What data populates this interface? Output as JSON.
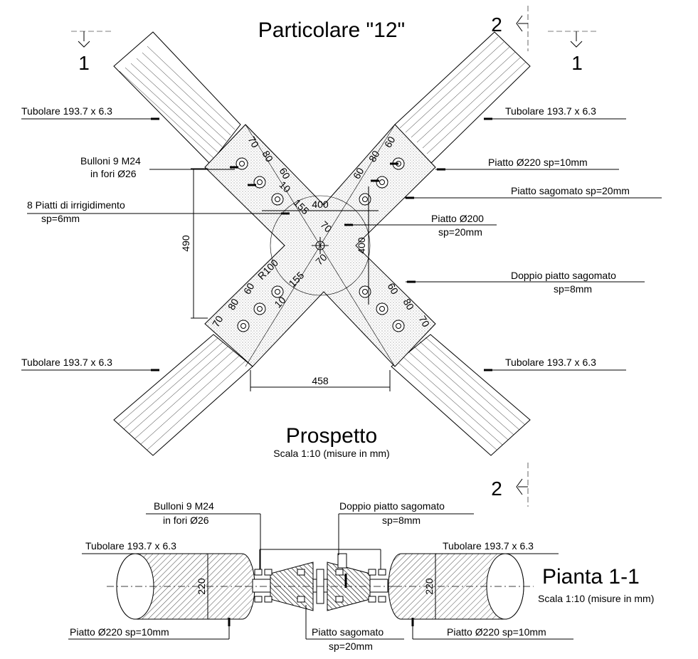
{
  "title": "Particolare \"12\"",
  "section_marks": {
    "left_1": "1",
    "right_1": "1",
    "top_2": "2",
    "bottom_2": "2"
  },
  "elevation": {
    "title": "Prospetto",
    "scale": "Scala 1:10 (misure in mm)",
    "labels": {
      "tube_tl": "Tubolare 193.7 x 6.3",
      "tube_tr": "Tubolare 193.7 x 6.3",
      "tube_bl": "Tubolare 193.7 x 6.3",
      "tube_br": "Tubolare 193.7 x 6.3",
      "bolts_1": "Bulloni 9 M24",
      "bolts_2": "in fori Ø26",
      "stiff_1": "8 Piatti di irrigidimento",
      "stiff_2": "sp=6mm",
      "plate220": "Piatto Ø220 sp=10mm",
      "shaped20": "Piatto sagomato sp=20mm",
      "plate200_1": "Piatto Ø200",
      "plate200_2": "sp=20mm",
      "double_1": "Doppio piatto sagomato",
      "double_2": "sp=8mm"
    },
    "dims": {
      "d490": "490",
      "d400h": "400",
      "d400v": "400",
      "d458": "458",
      "r100": "R100",
      "d155a": "155",
      "d155b": "155",
      "d70a": "70",
      "d70b": "70",
      "d10a": "10",
      "d10b": "10",
      "tl_70": "70",
      "tl_80": "80",
      "tl_60": "60",
      "tr_60": "60",
      "tr_80": "80",
      "tr_60b": "60",
      "bl_70": "70",
      "bl_80": "80",
      "bl_60": "60",
      "br_60": "60",
      "br_80": "80",
      "br_70": "70"
    }
  },
  "plan": {
    "title": "Pianta 1-1",
    "scale": "Scala 1:10 (misure in mm)",
    "labels": {
      "bolts_1": "Bulloni 9 M24",
      "bolts_2": "in fori Ø26",
      "double_1": "Doppio piatto sagomato",
      "double_2": "sp=8mm",
      "tube_l": "Tubolare 193.7 x 6.3",
      "tube_r": "Tubolare 193.7 x 6.3",
      "plate_l": "Piatto Ø220 sp=10mm",
      "plate_r": "Piatto Ø220 sp=10mm",
      "shaped_1": "Piatto sagomato",
      "shaped_2": "sp=20mm"
    },
    "dims": {
      "d220_l": "220",
      "d220_r": "220"
    }
  }
}
